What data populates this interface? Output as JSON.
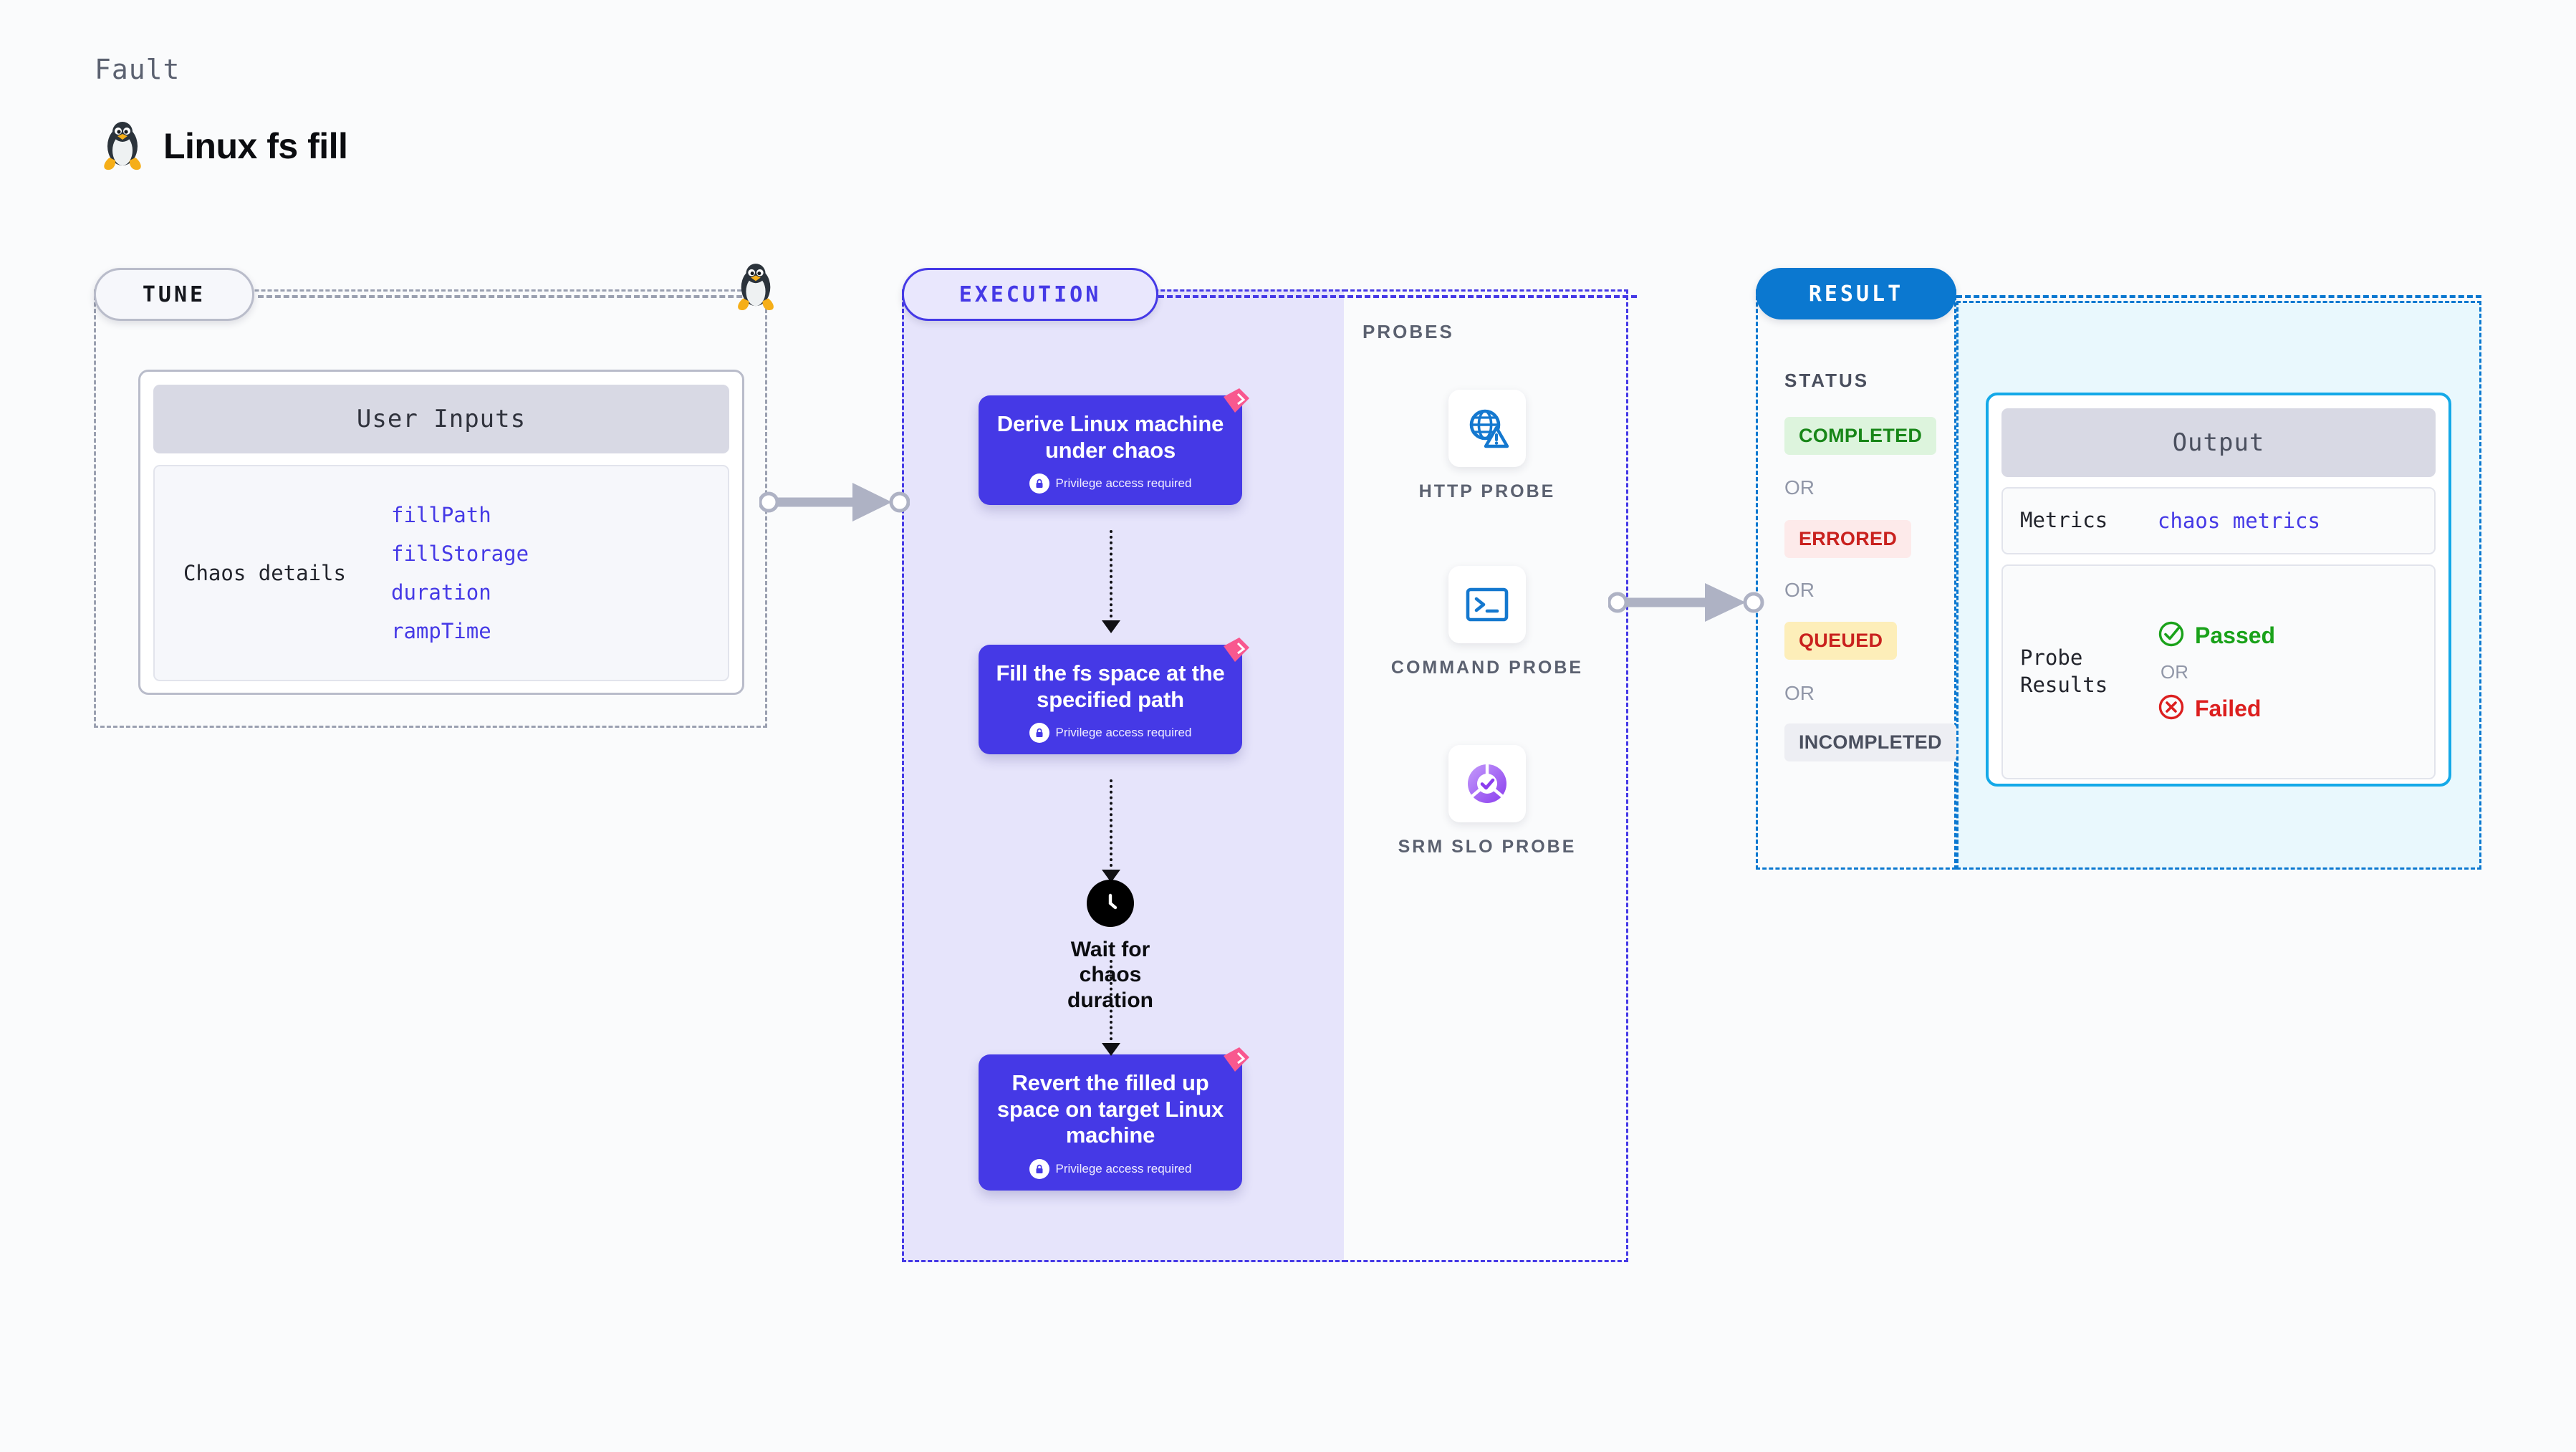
{
  "header": {
    "eyebrow": "Fault",
    "title": "Linux fs fill",
    "icon": "tux-penguin-icon"
  },
  "colors": {
    "page_background": "#fafbfc",
    "tune_dash": "#9aa0b0",
    "execution_accent": "#4539e6",
    "execution_fill": "#e6e4fb",
    "result_accent": "#0b78d0",
    "output_fill": "#e9f8fd",
    "output_border": "#14a9e8",
    "flag_pink": "#f8588f",
    "probe_blue": "#1478cf",
    "probe_purple": "#8b3dee",
    "status_completed": "#188618",
    "status_errored": "#c9211e",
    "status_queued": "#c9211e",
    "status_incompleted": "#4a4f5e"
  },
  "tune": {
    "pill_label": "TUNE",
    "card": {
      "header": "User Inputs",
      "row_label": "Chaos details",
      "params": [
        "fillPath",
        "fillStorage",
        "duration",
        "rampTime"
      ]
    }
  },
  "execution": {
    "pill_label": "EXECUTION",
    "steps": [
      {
        "title": "Derive Linux machine under chaos",
        "privilege": "Privilege access required",
        "flag": true
      },
      {
        "title": "Fill the fs space at the specified path",
        "privilege": "Privilege access required",
        "flag": true
      },
      {
        "title": "Revert the filled up space on target Linux machine",
        "privilege": "Privilege access required",
        "flag": true
      }
    ],
    "wait_node": {
      "label": "Wait for chaos duration",
      "icon": "clock-icon"
    }
  },
  "probes": {
    "title": "PROBES",
    "items": [
      {
        "label": "HTTP PROBE",
        "icon": "globe-warning-icon"
      },
      {
        "label": "COMMAND PROBE",
        "icon": "terminal-icon"
      },
      {
        "label": "SRM SLO PROBE",
        "icon": "slo-donut-check-icon"
      }
    ]
  },
  "result": {
    "pill_label": "RESULT",
    "status_title": "STATUS",
    "or_label": "OR",
    "statuses": [
      {
        "label": "COMPLETED",
        "tone": "green"
      },
      {
        "label": "ERRORED",
        "tone": "red"
      },
      {
        "label": "QUEUED",
        "tone": "amber"
      },
      {
        "label": "INCOMPLETED",
        "tone": "gray"
      }
    ]
  },
  "output": {
    "header": "Output",
    "metrics_key": "Metrics",
    "metrics_value": "chaos metrics",
    "probe_key": "Probe Results",
    "probe_pass": "Passed",
    "probe_or": "OR",
    "probe_fail": "Failed"
  }
}
